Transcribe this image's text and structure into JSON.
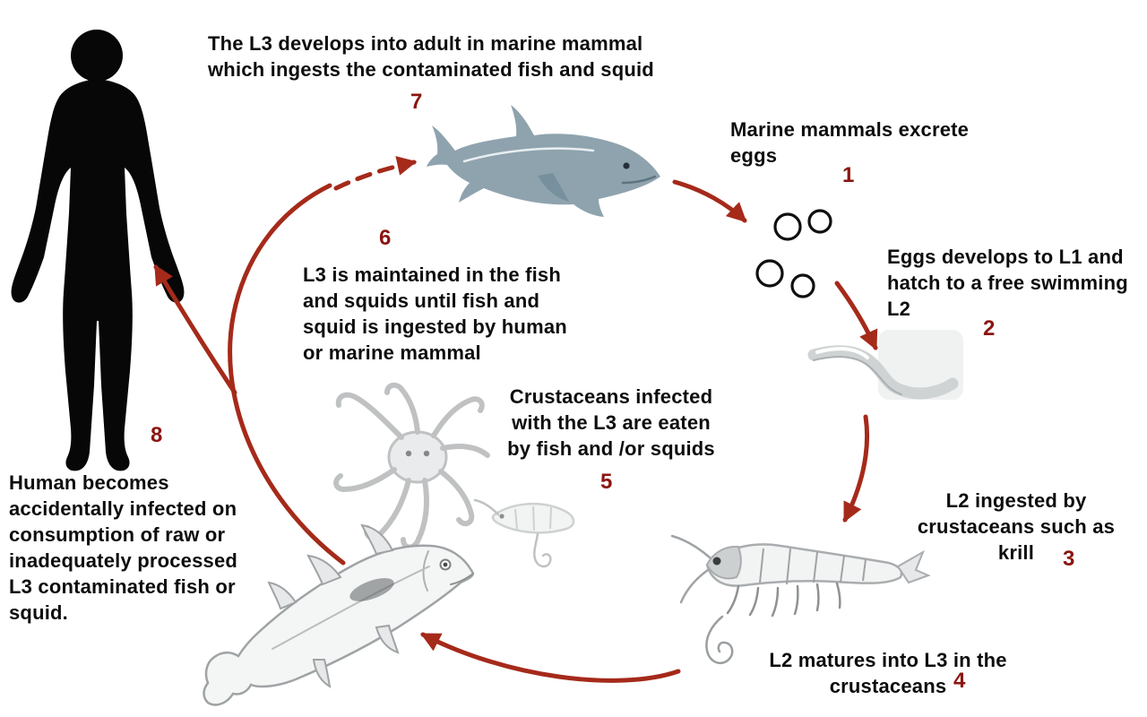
{
  "diagram_kind": "parasite-life-cycle",
  "colors": {
    "arrow": "#a52a1a",
    "step_number": "#8b1510",
    "text": "#0d0d0d",
    "dolphin": "#8fa3ae",
    "sketch": "#aab0b2"
  },
  "steps": [
    {
      "number": "1",
      "text": "Marine mammals excrete eggs"
    },
    {
      "number": "2",
      "text": "Eggs develops to L1 and hatch to a free swimming L2"
    },
    {
      "number": "3",
      "text": "L2 ingested by crustaceans such as krill"
    },
    {
      "number": "4",
      "text": "L2 matures into L3 in the crustaceans"
    },
    {
      "number": "5",
      "text": "Crustaceans infected with the L3 are eaten by fish and /or squids"
    },
    {
      "number": "6",
      "text": "L3 is maintained in the fish and squids until fish and squid is ingested by human or marine mammal"
    },
    {
      "number": "7",
      "text": "The L3 develops into adult in marine mammal which ingests the contaminated fish and squid"
    },
    {
      "number": "8",
      "text": "Human becomes accidentally infected on consumption of raw or inadequately processed L3 contaminated fish or squid."
    }
  ],
  "figures": [
    "human-silhouette",
    "dolphin",
    "eggs",
    "l2-larva",
    "octopus",
    "small-shrimp",
    "krill",
    "fish"
  ]
}
